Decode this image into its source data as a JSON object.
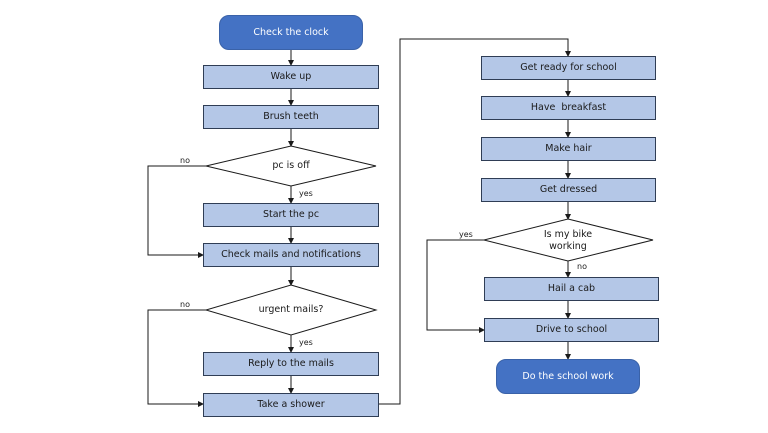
{
  "nodes": {
    "check_clock": "Check the clock",
    "wake_up": "Wake up",
    "brush_teeth": "Brush teeth",
    "pc_is_off": "pc is off",
    "start_pc": "Start the pc",
    "check_mails": "Check mails and notifications",
    "urgent_mails": "urgent mails?",
    "reply_mails": "Reply to the mails",
    "take_shower": "Take a shower",
    "get_ready": "Get ready for school",
    "have_breakfast": "Have  breakfast",
    "make_hair": "Make hair",
    "get_dressed": "Get dressed",
    "bike_working_line1": "Is my bike",
    "bike_working_line2": "working",
    "hail_cab": "Hail a cab",
    "drive_school": "Drive to school",
    "school_work": "Do the school work"
  },
  "edge_labels": {
    "pc_no": "no",
    "pc_yes": "yes",
    "urgent_no": "no",
    "urgent_yes": "yes",
    "bike_yes": "yes",
    "bike_no": "no"
  },
  "colors": {
    "process_fill": "#b4c7e7",
    "terminal_fill": "#4472c4",
    "line": "#1a1a1a"
  }
}
